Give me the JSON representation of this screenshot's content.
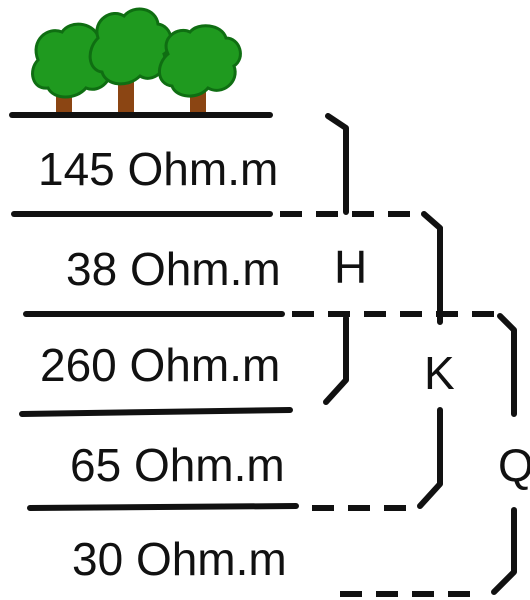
{
  "layers": [
    {
      "resistivity": "145 Ohm.m"
    },
    {
      "resistivity": "38 Ohm.m"
    },
    {
      "resistivity": "260 Ohm.m"
    },
    {
      "resistivity": "65 Ohm.m"
    },
    {
      "resistivity": "30 Ohm.m"
    }
  ],
  "brackets": {
    "h": "H",
    "k": "K",
    "q": "Q"
  },
  "colors": {
    "line": "#111111",
    "foliage": "#1f9a1f",
    "foliage_dark": "#0f6e12",
    "trunk": "#8b4513"
  }
}
